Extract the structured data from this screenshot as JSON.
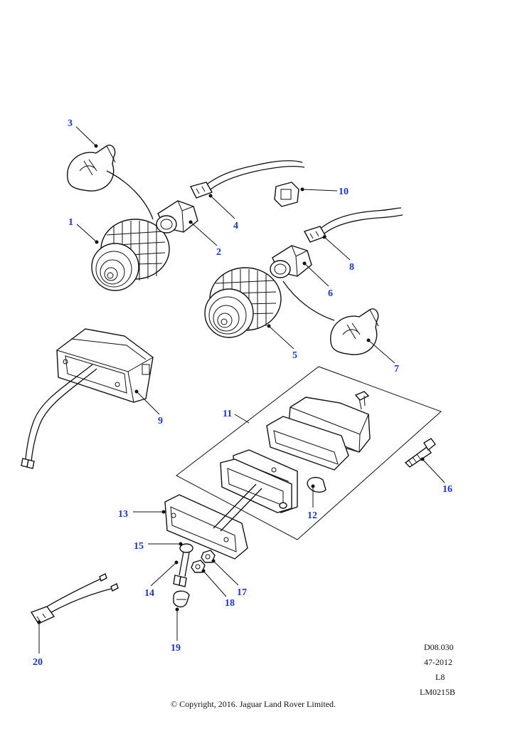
{
  "callouts": [
    {
      "id": "c1",
      "label": "1"
    },
    {
      "id": "c2",
      "label": "2"
    },
    {
      "id": "c3",
      "label": "3"
    },
    {
      "id": "c4",
      "label": "4"
    },
    {
      "id": "c5",
      "label": "5"
    },
    {
      "id": "c6",
      "label": "6"
    },
    {
      "id": "c7",
      "label": "7"
    },
    {
      "id": "c8",
      "label": "8"
    },
    {
      "id": "c9",
      "label": "9"
    },
    {
      "id": "c10",
      "label": "10"
    },
    {
      "id": "c11",
      "label": "11"
    },
    {
      "id": "c12",
      "label": "12"
    },
    {
      "id": "c13",
      "label": "13"
    },
    {
      "id": "c14",
      "label": "14"
    },
    {
      "id": "c15",
      "label": "15"
    },
    {
      "id": "c16",
      "label": "16"
    },
    {
      "id": "c17",
      "label": "17"
    },
    {
      "id": "c18",
      "label": "18"
    },
    {
      "id": "c19",
      "label": "19"
    },
    {
      "id": "c20",
      "label": "20"
    }
  ],
  "reference": {
    "code": "D08.030",
    "date": "47-2012",
    "level": "L8",
    "drawing": "LM0215B"
  },
  "copyright": "© Copyright, 2016. Jaguar Land Rover Limited.",
  "colors": {
    "callout": "#1a35c8",
    "line": "#111111"
  }
}
